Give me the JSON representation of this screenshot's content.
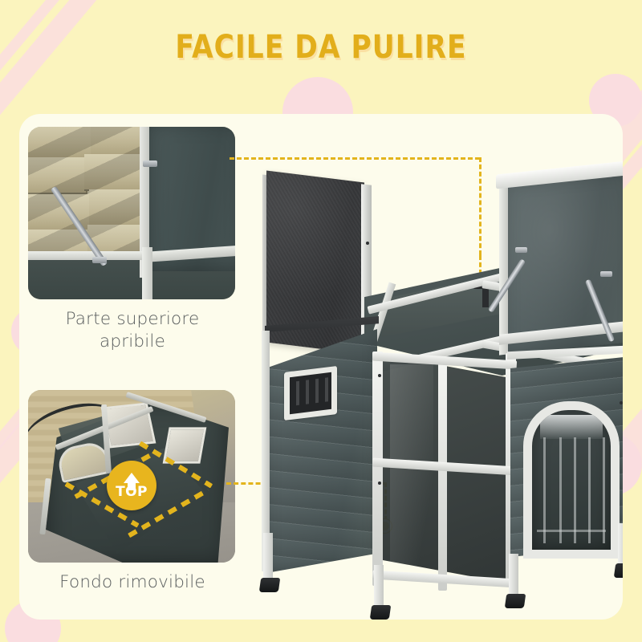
{
  "header": {
    "title": "FACILE DA PULIRE"
  },
  "theme": {
    "background": "#FBF4BE",
    "stripe": "#FADDE0",
    "card": "#FDFCEC",
    "accent": "#E3B41D",
    "title_color": "#E2AE1B",
    "caption_color": "#585C5D",
    "badge_color": "#E8B51E",
    "product_grey": "#4C5859",
    "product_white": "#ECEEE9",
    "roof_dark": "#303234"
  },
  "features": [
    {
      "id": "openable-top",
      "caption": "Parte superiore\napribile",
      "caption_line1": "Parte superiore",
      "caption_line2": "apribile",
      "photo_alt": "Coperchio sollevato con pistone a gas su parete in scandole"
    },
    {
      "id": "removable-bottom",
      "caption": "Fondo rimovibile",
      "caption_line1": "Fondo rimovibile",
      "caption_line2": "",
      "photo_alt": "Vista dall'alto dell'interno con fondo evidenziato",
      "badge": {
        "label": "TOP",
        "icon": "arrow-up-icon"
      }
    }
  ],
  "product": {
    "name": "Cuccia per cani in legno con tetto apribile",
    "alt": "Cuccia grigia con tetto apribile, ingresso ad arco e pannelli trasparenti"
  },
  "callouts": [
    {
      "id": "callout-top",
      "target": "openable-top"
    },
    {
      "id": "callout-bottom",
      "target": "removable-bottom"
    }
  ]
}
